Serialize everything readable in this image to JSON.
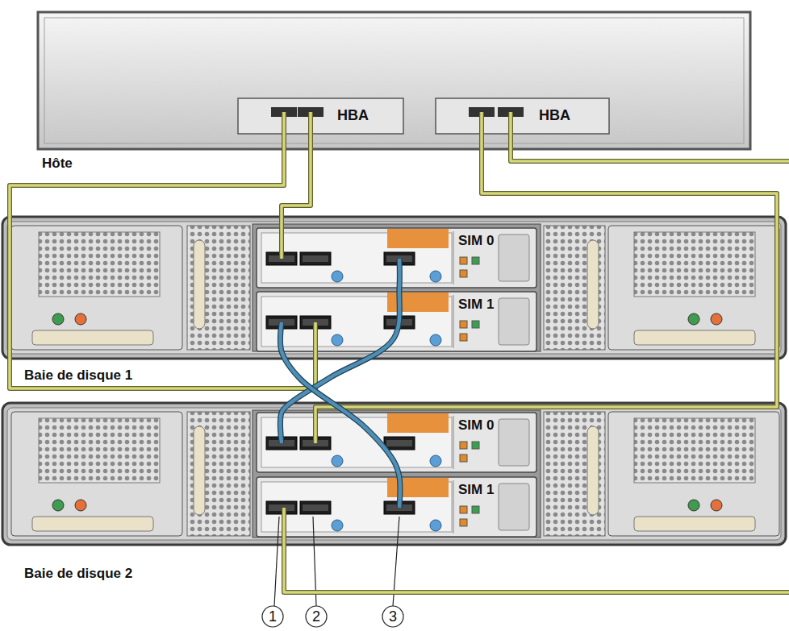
{
  "diagram": {
    "nodes": [
      {
        "text": [
          "Hôte"
        ]
      },
      {
        "text": [
          "HBA"
        ],
        "in": 0
      },
      {
        "text": [
          "HBA"
        ],
        "in": 0
      },
      {
        "text": [
          "Baie de disque 1"
        ]
      },
      {
        "text": [
          "SIM 0"
        ],
        "in": 3
      },
      {
        "text": [
          "SIM 1"
        ],
        "in": 3
      },
      {
        "text": [
          "Baie de disque 2"
        ]
      },
      {
        "text": [
          "SIM 0"
        ],
        "in": 6
      },
      {
        "text": [
          "SIM 1"
        ],
        "in": 6
      }
    ],
    "edges": [
      {
        "from": 1,
        "to": 5,
        "arrow": "none"
      },
      {
        "from": 1,
        "to": 4,
        "arrow": "none"
      },
      {
        "from": 2,
        "to": 7,
        "arrow": "none"
      },
      {
        "from": 2,
        "to": 8,
        "arrow": "none"
      },
      {
        "from": 4,
        "to": 7,
        "arrow": "none"
      },
      {
        "from": 5,
        "to": 8,
        "arrow": "none"
      }
    ],
    "labels": [
      "1",
      "2",
      "3"
    ]
  }
}
